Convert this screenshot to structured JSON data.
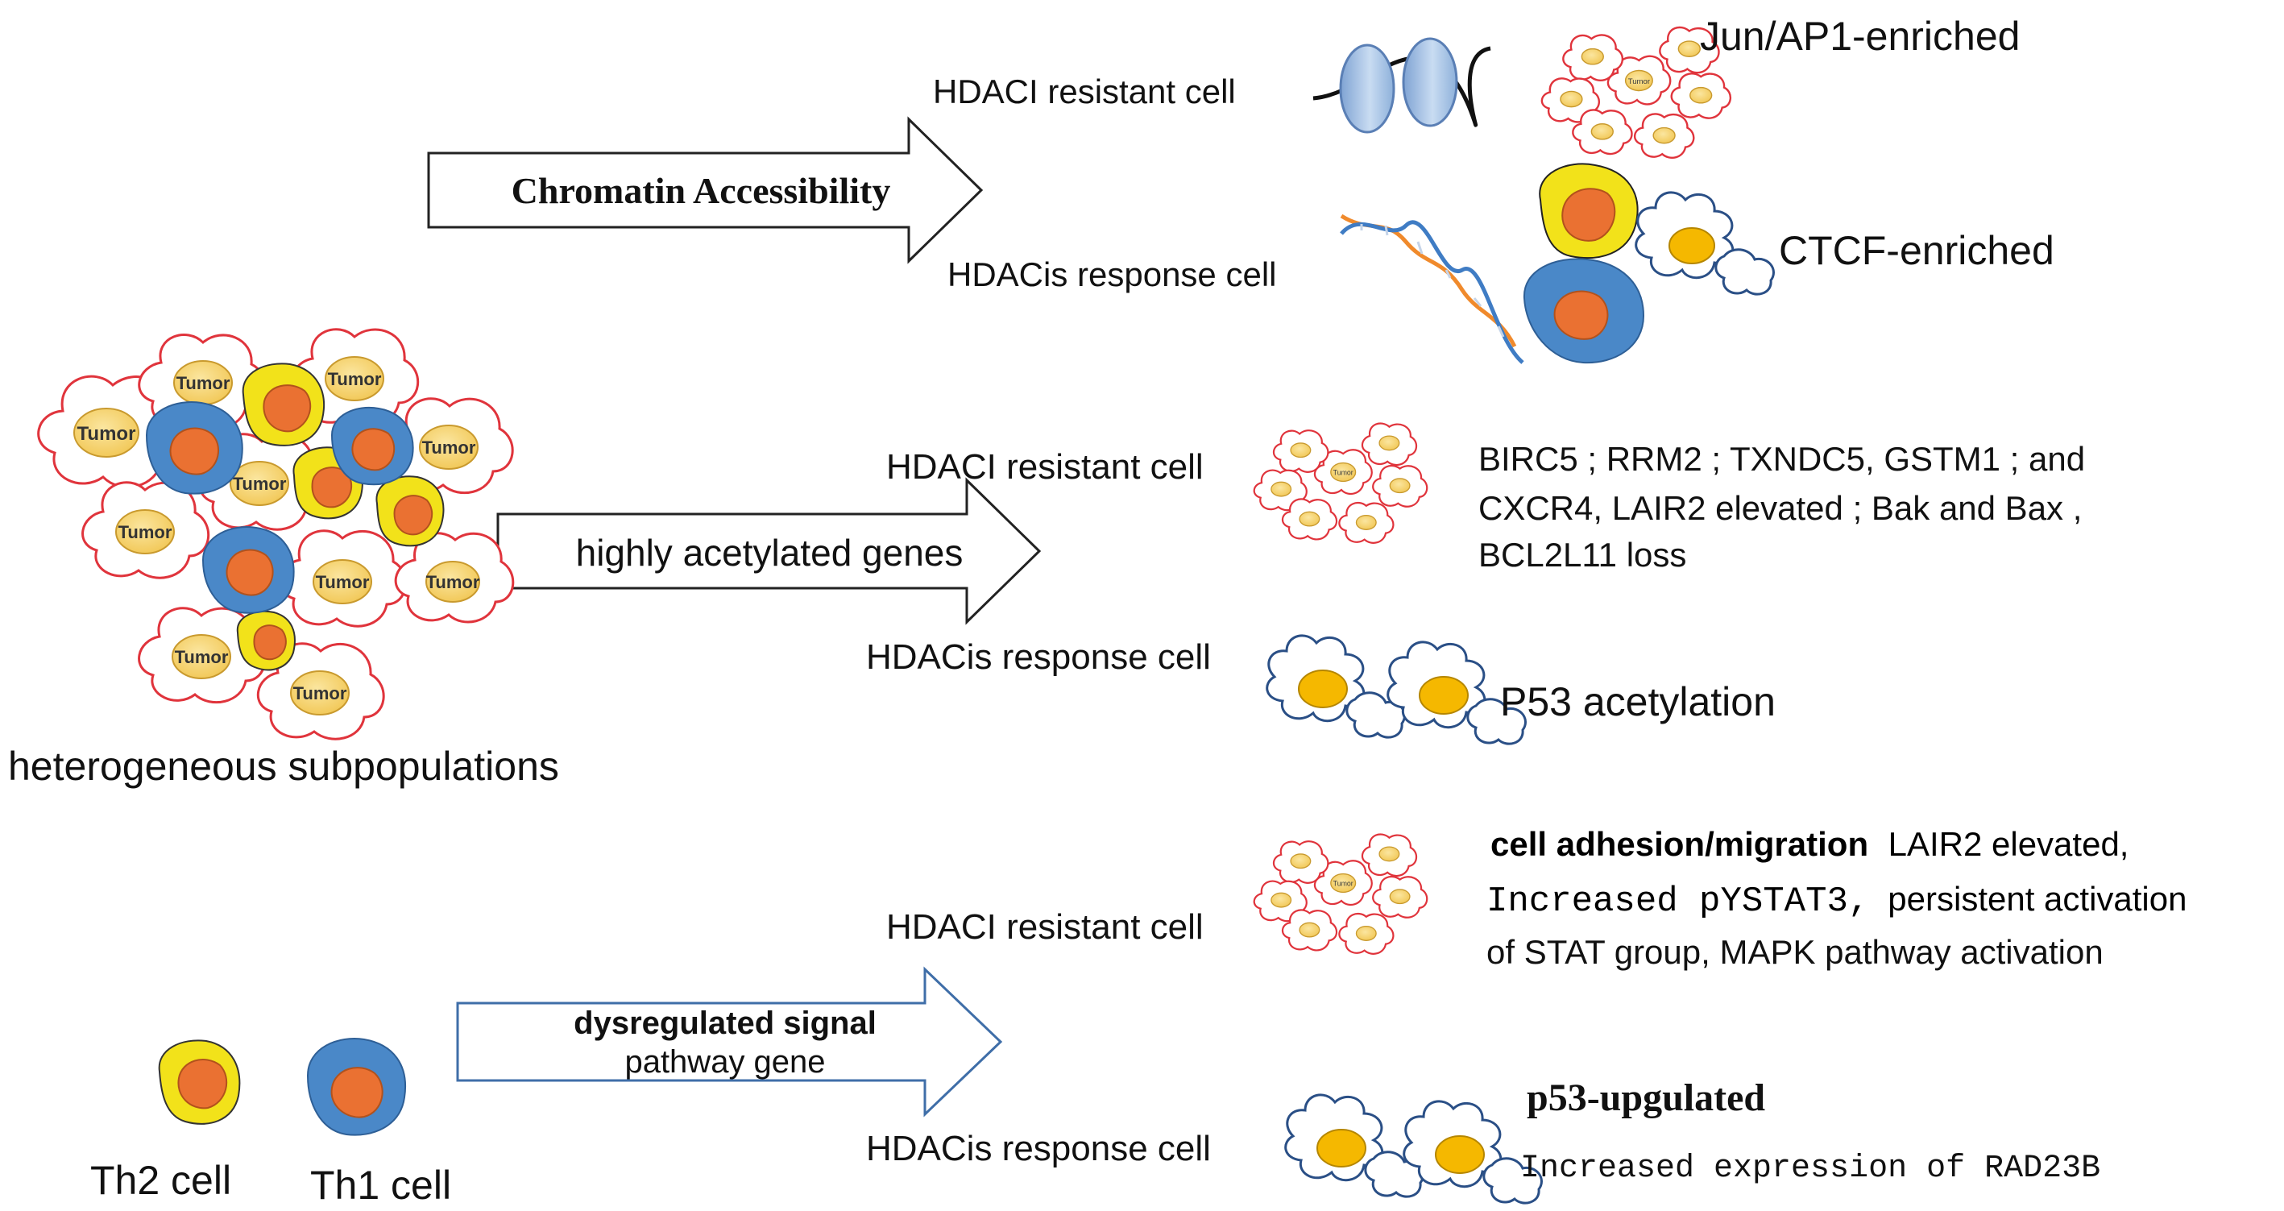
{
  "labels": {
    "chromatin_arrow": "Chromatin Accessibility",
    "acetylated_arrow": "highly acetylated genes",
    "signal_arrow_line1": "dysregulated signal",
    "signal_arrow_line2": "pathway gene",
    "hetero": "heterogeneous subpopulations",
    "th2": "Th2 cell",
    "th1": "Th1 cell",
    "tumor": "Tumor"
  },
  "row1": {
    "resistant": "HDACI  resistant cell",
    "response": "HDACis  response cell",
    "resistant_result": "Jun/AP1-enriched",
    "response_result": "CTCF-enriched"
  },
  "row2": {
    "resistant": "HDACI  resistant cell",
    "response": "HDACis  response cell",
    "resistant_line1": "BIRC5 ; RRM2 ; TXNDC5, GSTM1 ; and",
    "resistant_line2": "CXCR4, LAIR2 elevated ;  Bak and Bax ,",
    "resistant_line3": "BCL2L11 loss",
    "response_result": "P53 acetylation"
  },
  "row3": {
    "resistant": "HDACI  resistant cell",
    "response": "HDACis  response cell",
    "line1_bold": "cell adhesion/migration",
    "line1_rest": "LAIR2 elevated,",
    "line2_mono": "Increased pYSTAT3,",
    "line2_rest": "persistent activation",
    "line3": "of STAT group, MAPK pathway activation",
    "response_title": "p53-upgulated",
    "response_line": "Increased expression of RAD23B"
  },
  "colors": {
    "tumor_outline": "#e0343c",
    "tumor_core": "#f7d674",
    "yellow_cell": "#f2e21a",
    "blue_cell": "#4a88c8",
    "orange_nucleus": "#ea7132",
    "cloud_outline": "#2a4f86",
    "cloud_core": "#f5b800",
    "histone": "#a9c4e6",
    "dna_orange": "#f08a2c",
    "dna_blue": "#3f7cc4"
  },
  "icons": [
    "tumor-cell-icon",
    "nucleosome-icon",
    "dna-helix-icon",
    "th1-cell-icon",
    "th2-cell-icon",
    "cloud-cell-icon",
    "block-arrow-icon"
  ]
}
